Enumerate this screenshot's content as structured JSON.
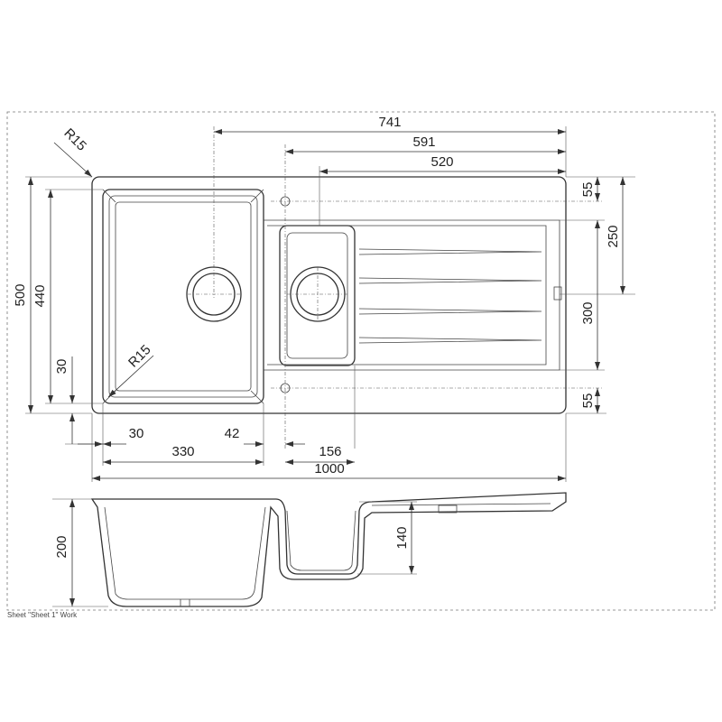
{
  "drawing": {
    "dimensions": {
      "overall_width": "1000",
      "d741": "741",
      "d591": "591",
      "d520": "520",
      "d55_top": "55",
      "d250": "250",
      "d300": "300",
      "d55_bottom": "55",
      "d500": "500",
      "d440": "440",
      "d30_vertical": "30",
      "d30_horizontal": "30",
      "d42": "42",
      "d330": "330",
      "d156": "156",
      "r15_corner": "R15",
      "r15_bowl": "R15",
      "d200": "200",
      "d140": "140"
    },
    "sheet_label": "Sheet \"Sheet 1\" Work"
  }
}
